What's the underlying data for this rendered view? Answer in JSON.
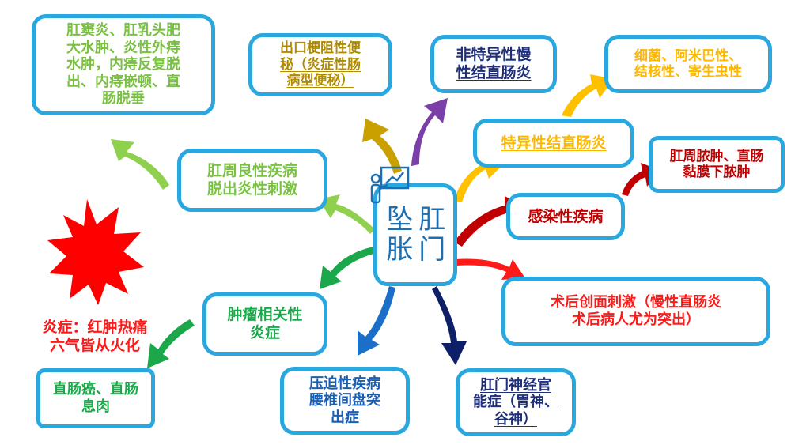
{
  "center": {
    "label": "肛门坠胀",
    "icon": "presenter-chart-icon",
    "color": "#1c6fb0"
  },
  "nodes": [
    {
      "id": "anal-fistula-etc",
      "text": "肛窦炎、肛乳头肥\n大水肿、炎性外痔\n水肿，内痔反复脱\n出、内痔嵌顿、直\n肠脱垂",
      "color": "#7ac143"
    },
    {
      "id": "perianal-benign",
      "text": "肛周良性疾病\n脱出炎性刺激",
      "color": "#7ac143"
    },
    {
      "id": "outlet-obstruction",
      "text": "出口梗阻性便\n秘（炎症性肠\n病型便秘）",
      "color": "#b08b00"
    },
    {
      "id": "nonspecific-colitis",
      "text": "非特异性慢\n性结直肠炎",
      "color": "#1f2f7a"
    },
    {
      "id": "pathogens",
      "text": "细菌、阿米巴性、\n结核性、寄生虫性",
      "color": "#ffb800"
    },
    {
      "id": "specific-colitis",
      "text": "特异性结直肠炎",
      "color": "#ffb800"
    },
    {
      "id": "perianal-abscess",
      "text": "肛周脓肿、直肠\n黏膜下脓肿",
      "color": "#c00000"
    },
    {
      "id": "infectious",
      "text": "感染性疾病",
      "color": "#c00000"
    },
    {
      "id": "postop-wound",
      "text": "术后创面刺激（慢性直肠炎\n术后病人尤为突出）",
      "color": "#ff1a1a"
    },
    {
      "id": "tumor-inflammation",
      "text": "肿瘤相关性\n炎症",
      "color": "#1aa84a"
    },
    {
      "id": "rectal-cancer",
      "text": "直肠癌、直肠\n息肉",
      "color": "#1aa84a"
    },
    {
      "id": "compression",
      "text": "压迫性疾病\n腰椎间盘突\n出症",
      "color": "#1b5fb5"
    },
    {
      "id": "anal-neurosis",
      "text": "肛门神经官\n能症（胃神、\n谷神）",
      "color": "#1f2f7a"
    }
  ],
  "note": {
    "text": "炎症：红肿热痛\n六气皆从火化",
    "color": "#ff1a1a",
    "icon": "red-starburst-icon"
  }
}
